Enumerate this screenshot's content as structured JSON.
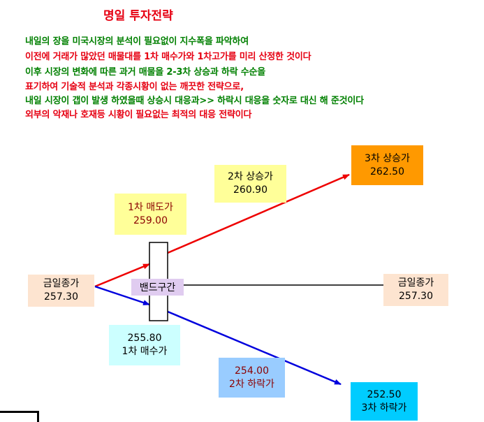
{
  "title": "명일 투자전략",
  "description": [
    {
      "text": "내일의 장을 미국시장의 분석이 필요없이 지수폭을 파악하여",
      "color": "#008000"
    },
    {
      "text": "이전에 거래가 많았던 매물대를 1차 매수가와 1차고가를 미리 산정한 것이다",
      "color": "#e60012"
    },
    {
      "text": "이후 시장의 변화에 따른 과거 매물을 2-3차 상승과 하락 수순을",
      "color": "#008000"
    },
    {
      "text": "표기하여 기술적  분석과 각종시황이 없는 깨끗한 전략으로,",
      "color": "#e60012"
    },
    {
      "text": "내일 시장이 갭이 발생 하였을때 상승시 대응과>> 하락시 대응을 숫자로 대신 해 준것이다",
      "color": "#008000"
    },
    {
      "text": "외부의 악재나 호재등  시황이 필요없는 최적의 대응 전략이다",
      "color": "#e60012"
    }
  ],
  "boxes": {
    "close_left": {
      "label": "금일종가",
      "value": "257.30",
      "bg": "#fde4d0",
      "color": "#000000"
    },
    "first_sell": {
      "label": "1차 매도가",
      "value": "259.00",
      "bg": "#ffff99",
      "color": "#8b0000"
    },
    "second_rise": {
      "label": "2차 상승가",
      "value": "260.90",
      "bg": "#ffff99",
      "color": "#000000"
    },
    "third_rise": {
      "label": "3차 상승가",
      "value": "262.50",
      "bg": "#ff9900",
      "color": "#000000"
    },
    "close_right": {
      "label": "금일종가",
      "value": "257.30",
      "bg": "#fde4d0",
      "color": "#000000"
    },
    "first_buy": {
      "value": "255.80",
      "label": "1차 매수가",
      "bg": "#ccffff",
      "color": "#000000"
    },
    "second_fall": {
      "value": "254.00",
      "label": "2차 하락가",
      "bg": "#99ccff",
      "color": "#8b0000"
    },
    "third_fall": {
      "value": "252.50",
      "label": "3차 하락가",
      "bg": "#00ccff",
      "color": "#000000"
    }
  },
  "band": {
    "label": "밴드구간"
  },
  "colors": {
    "title": "#e60012",
    "rise_arrow": "#ee0000",
    "fall_arrow": "#0000dd",
    "line": "#000000"
  }
}
